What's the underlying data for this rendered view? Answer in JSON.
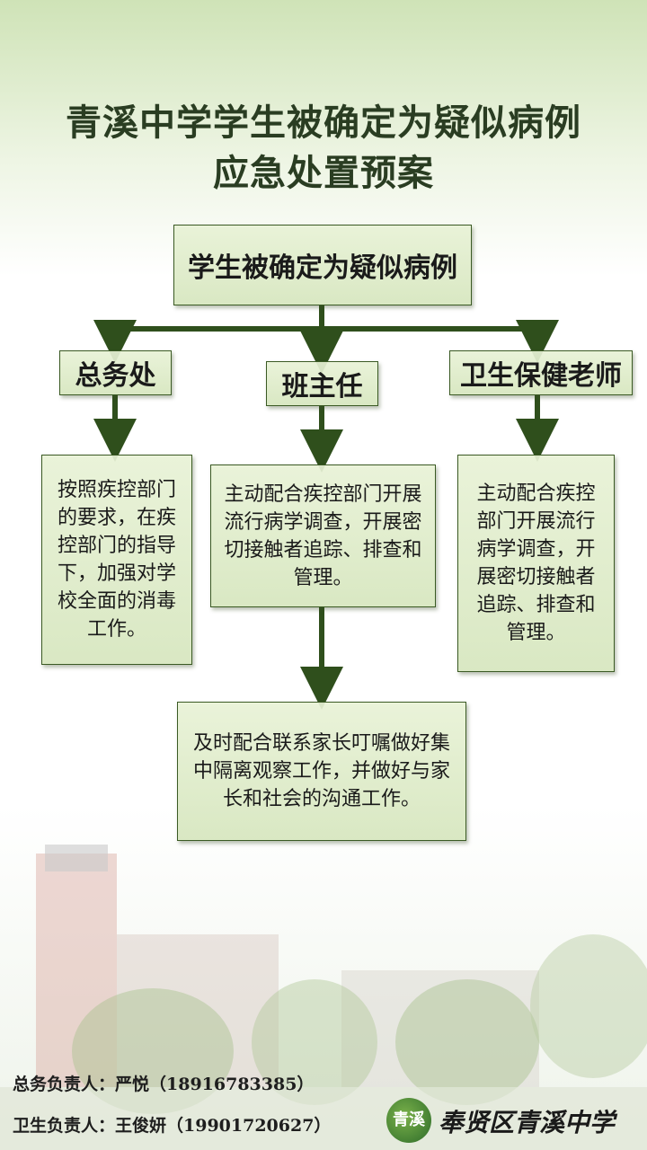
{
  "title": {
    "line1": "青溪中学学生被确定为疑似病例",
    "line2": "应急处置预案"
  },
  "flow": {
    "root": "学生被确定为疑似病例",
    "branches": [
      {
        "label": "总务处",
        "action": "按照疾控部门的要求，在疾控部门的指导下，加强对学校全面的消毒工作。"
      },
      {
        "label": "班主任",
        "action": "主动配合疾控部门开展流行病学调查，开展密切接触者追踪、排查和管理。",
        "followup": "及时配合联系家长叮嘱做好集中隔离观察工作，并做好与家长和社会的沟通工作。"
      },
      {
        "label": "卫生保健老师",
        "action": "主动配合疾控部门开展流行病学调查，开展密切接触者追踪、排查和管理。"
      }
    ]
  },
  "footer": {
    "contact1": "总务负责人：严悦（18916783385）",
    "contact2": "卫生负责人：王俊妍（19901720627）",
    "logo_text": "青溪",
    "school_name": "奉贤区青溪中学"
  },
  "colors": {
    "arrow": "#2f4f1c",
    "box_border": "#3b5a24",
    "title": "#2a3d22"
  }
}
